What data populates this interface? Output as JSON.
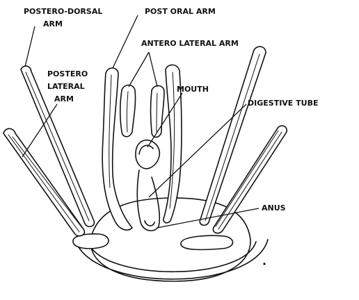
{
  "labels": {
    "postero_dorsal_arm": [
      "POSTERO-DORSAL",
      "ARM"
    ],
    "post_oral_arm": "POST ORAL ARM",
    "antero_lateral_arm": "ANTERO LATERAL ARM",
    "postero_lateral_arm": [
      "POSTERO",
      "LATERAL",
      "ARM"
    ],
    "mouth": "MOUTH",
    "digestive_tube": "DIGESTIVE TUBE",
    "anus": "ANUS"
  },
  "colors": {
    "ink": "#111111",
    "background": "#ffffff"
  }
}
